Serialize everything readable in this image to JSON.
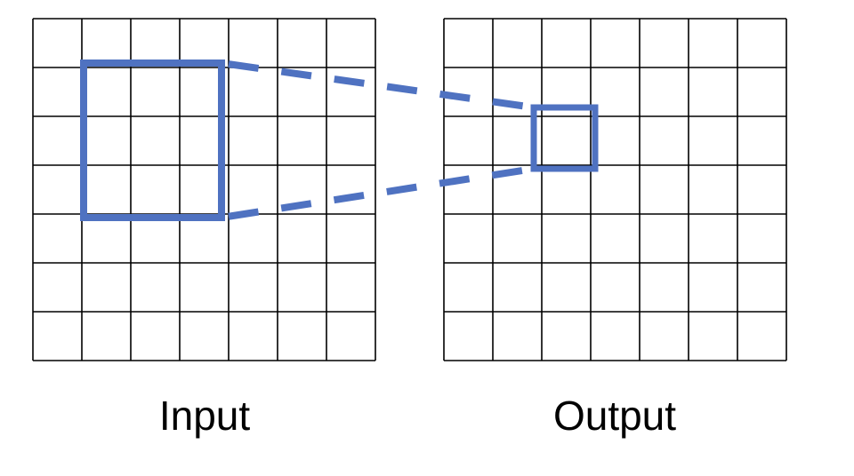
{
  "labels": {
    "input": "Input",
    "output": "Output"
  },
  "grids": {
    "rows": 7,
    "cols": 7
  },
  "highlight": {
    "color": "#4f72c1",
    "input_window": {
      "row_start": 1,
      "col_start": 1,
      "rows": 3,
      "cols": 3
    },
    "output_cell": {
      "row": 2,
      "col": 2
    }
  }
}
